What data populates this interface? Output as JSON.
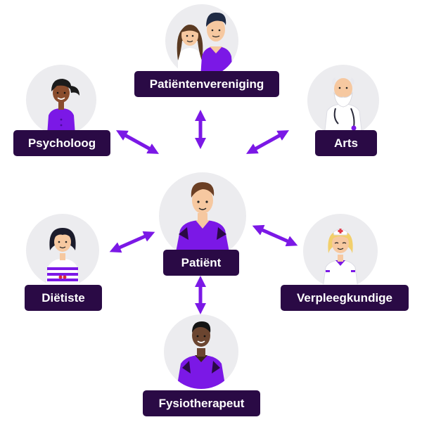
{
  "colors": {
    "accent": "#7b18e6",
    "label_bg": "#2a0a45",
    "circle_bg": "#ececef"
  },
  "nodes": {
    "patient": {
      "label": "Patiënt",
      "icon": "patient-avatar-icon"
    },
    "association": {
      "label": "Patiëntenvereniging",
      "icon": "couple-avatar-icon"
    },
    "psychologist": {
      "label": "Psycholoog",
      "icon": "psychologist-avatar-icon"
    },
    "doctor": {
      "label": "Arts",
      "icon": "doctor-avatar-icon"
    },
    "dietitian": {
      "label": "Diëtiste",
      "icon": "dietitian-avatar-icon"
    },
    "nurse": {
      "label": "Verpleegkundige",
      "icon": "nurse-avatar-icon"
    },
    "physio": {
      "label": "Fysiotherapeut",
      "icon": "physiotherapist-avatar-icon"
    }
  }
}
